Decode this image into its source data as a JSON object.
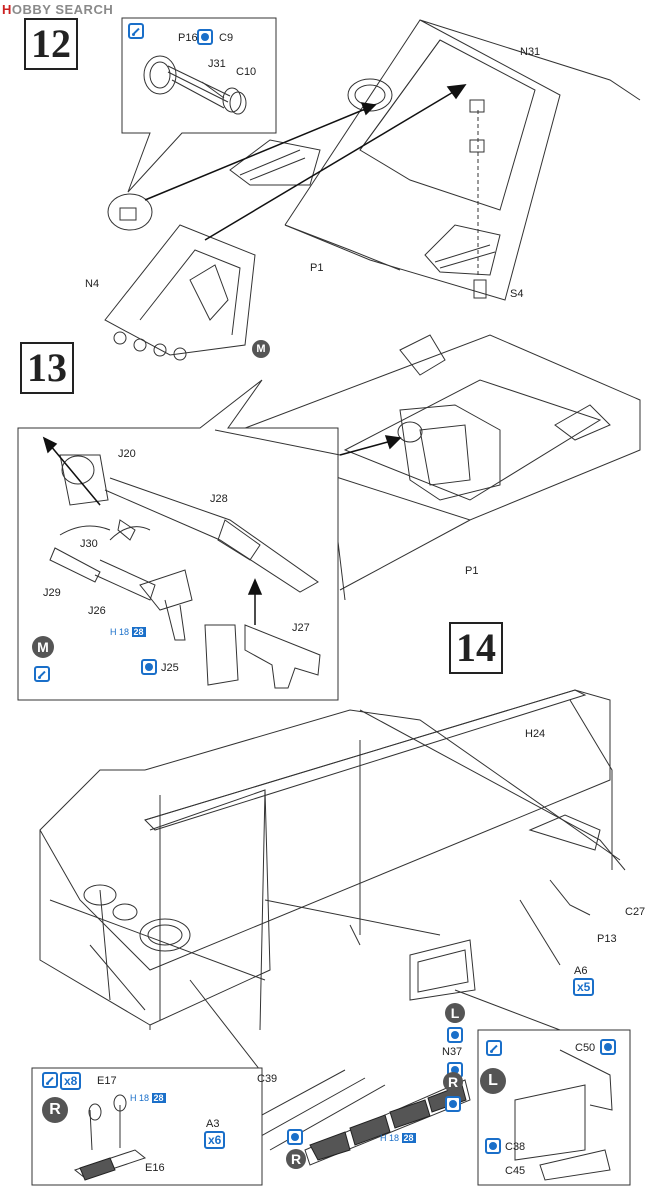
{
  "watermark": {
    "brand_h": "H",
    "brand": "OBBY SEARCH"
  },
  "steps": {
    "s12": "12",
    "s13": "13",
    "s14": "14"
  },
  "step12": {
    "parts": {
      "P16": "P16",
      "C9": "C9",
      "J31": "J31",
      "C10": "C10",
      "N31": "N31",
      "N4": "N4",
      "P1": "P1",
      "S4": "S4"
    }
  },
  "step13": {
    "badge_m": "M",
    "parts": {
      "J20": "J20",
      "J28": "J28",
      "J30": "J30",
      "J29": "J29",
      "J26": "J26",
      "J25": "J25",
      "J27": "J27",
      "P1": "P1"
    },
    "ref": {
      "h": "H",
      "num1": "18",
      "num2": "28"
    }
  },
  "step14": {
    "badges": {
      "L": "L",
      "R": "R"
    },
    "parts": {
      "H24": "H24",
      "C27": "C27",
      "P13": "P13",
      "A6": "A6",
      "N37": "N37",
      "C50": "C50",
      "C38": "C38",
      "C45": "C45",
      "C39": "C39",
      "A3": "A3",
      "E17": "E17",
      "E16": "E16"
    },
    "multipliers": {
      "a6": "x5",
      "a3": "x6",
      "e17": "x8"
    },
    "ref": {
      "h": "H",
      "num1": "18",
      "num2": "28"
    }
  },
  "colors": {
    "accent": "#1a6fc9",
    "line": "#333333",
    "badge": "#555555"
  }
}
